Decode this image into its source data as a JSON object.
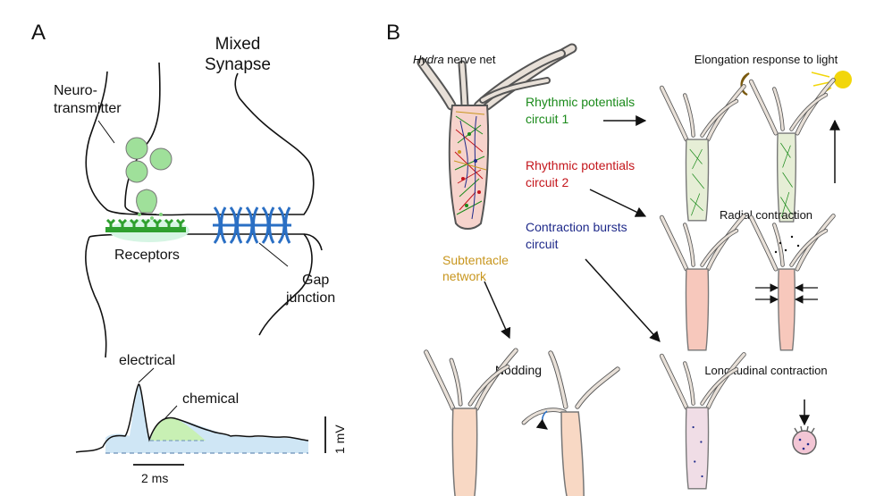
{
  "panel_a": {
    "letter": "A",
    "title_line1": "Mixed",
    "title_line2": "Synapse",
    "neuro_line1": "Neuro-",
    "neuro_line2": "transmitter",
    "receptors": "Receptors",
    "gap_line1": "Gap",
    "gap_line2": "junction",
    "electrical": "electrical",
    "chemical": "chemical",
    "scale_y": "1 mV",
    "scale_x": "2 ms"
  },
  "panel_b": {
    "letter": "B",
    "hydra_italic": "Hydra",
    "hydra_rest": " nerve net",
    "rp1_line1": "Rhythmic potentials",
    "rp1_line2": "circuit 1",
    "rp2_line1": "Rhythmic potentials",
    "rp2_line2": "circuit 2",
    "cb_line1": "Contraction bursts",
    "cb_line2": "circuit",
    "st_line1": "Subtentacle",
    "st_line2": "network",
    "elongation": "Elongation response to light",
    "radial": "Radial contraction",
    "nodding": "Nodding",
    "longitudinal": "Longitudinal contraction"
  },
  "colors": {
    "green_label": "#1a8a1a",
    "red_label": "#c4161c",
    "navy_label": "#1f2a8a",
    "orange_label": "#c8961e",
    "receptor_green": "#2fa02f",
    "gap_blue": "#2a6fc4",
    "vesicle_green": "#9fe09a",
    "trace_blue_fill": "#cfe6f5",
    "trace_green_fill": "#c8f0b4"
  }
}
